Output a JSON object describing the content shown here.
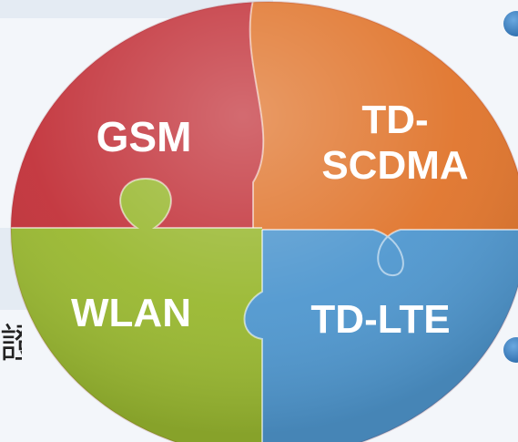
{
  "pieces": {
    "gsm": {
      "label": "GSM",
      "color": "#c23139"
    },
    "tdscdma": {
      "line1": "TD-",
      "line2": "SCDMA",
      "color": "#e0742b"
    },
    "wlan": {
      "label": "WLAN",
      "color": "#99b830"
    },
    "tdlte": {
      "label": "TD-LTE",
      "color": "#4f97cf"
    }
  },
  "side_text": "證"
}
